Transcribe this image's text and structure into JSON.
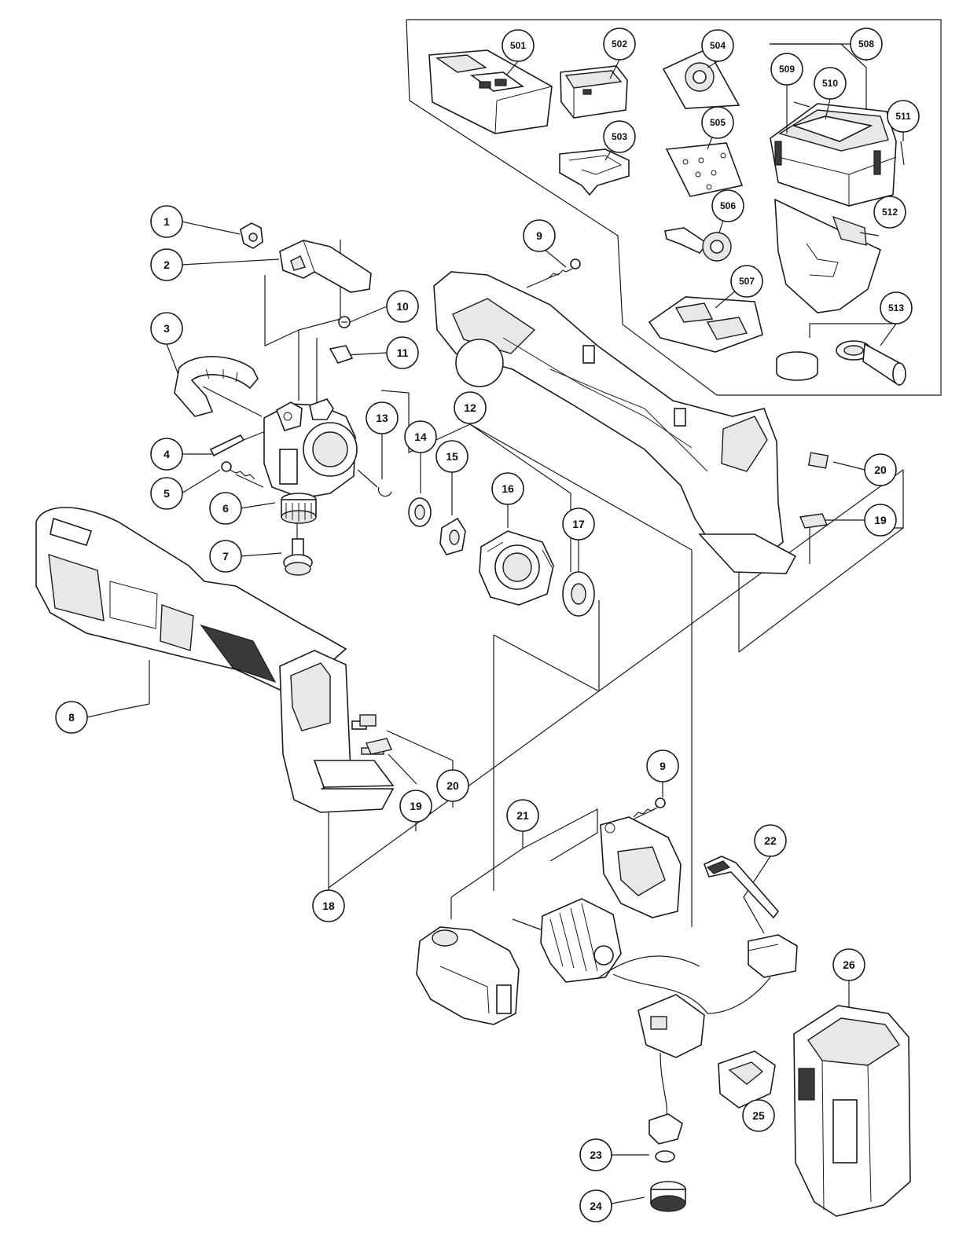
{
  "callouts": [
    {
      "id": "c1",
      "label": "1"
    },
    {
      "id": "c2",
      "label": "2"
    },
    {
      "id": "c3",
      "label": "3"
    },
    {
      "id": "c4",
      "label": "4"
    },
    {
      "id": "c5",
      "label": "5"
    },
    {
      "id": "c6",
      "label": "6"
    },
    {
      "id": "c7",
      "label": "7"
    },
    {
      "id": "c8",
      "label": "8"
    },
    {
      "id": "c9a",
      "label": "9"
    },
    {
      "id": "c9b",
      "label": "9"
    },
    {
      "id": "c10",
      "label": "10"
    },
    {
      "id": "c11",
      "label": "11"
    },
    {
      "id": "c12",
      "label": "12"
    },
    {
      "id": "c13",
      "label": "13"
    },
    {
      "id": "c14",
      "label": "14"
    },
    {
      "id": "c15",
      "label": "15"
    },
    {
      "id": "c16",
      "label": "16"
    },
    {
      "id": "c17",
      "label": "17"
    },
    {
      "id": "c18",
      "label": "18"
    },
    {
      "id": "c19a",
      "label": "19"
    },
    {
      "id": "c19b",
      "label": "19"
    },
    {
      "id": "c20a",
      "label": "20"
    },
    {
      "id": "c20b",
      "label": "20"
    },
    {
      "id": "c21",
      "label": "21"
    },
    {
      "id": "c22",
      "label": "22"
    },
    {
      "id": "c23",
      "label": "23"
    },
    {
      "id": "c24",
      "label": "24"
    },
    {
      "id": "c25",
      "label": "25"
    },
    {
      "id": "c26",
      "label": "26"
    },
    {
      "id": "c501",
      "label": "501"
    },
    {
      "id": "c502",
      "label": "502"
    },
    {
      "id": "c503",
      "label": "503"
    },
    {
      "id": "c504",
      "label": "504"
    },
    {
      "id": "c505",
      "label": "505"
    },
    {
      "id": "c506",
      "label": "506"
    },
    {
      "id": "c507",
      "label": "507"
    },
    {
      "id": "c508",
      "label": "508"
    },
    {
      "id": "c509",
      "label": "509"
    },
    {
      "id": "c510",
      "label": "510"
    },
    {
      "id": "c511",
      "label": "511"
    },
    {
      "id": "c512",
      "label": "512"
    },
    {
      "id": "c513",
      "label": "513"
    }
  ]
}
